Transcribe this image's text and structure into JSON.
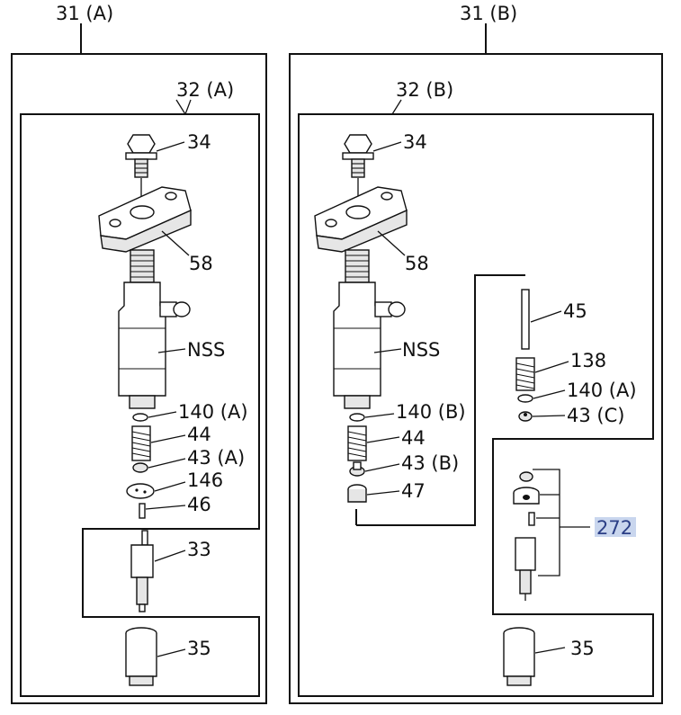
{
  "labels": {
    "assy_a": "31 (A)",
    "assy_b": "31 (B)",
    "sub_a": "32 (A)",
    "sub_b": "32 (B)",
    "bolt_a": "34",
    "bolt_b": "34",
    "clamp_a": "58",
    "clamp_b": "58",
    "holder_a": "NSS",
    "holder_b": "NSS",
    "washer_a": "140 (A)",
    "washer_b": "140 (B)",
    "spring_a": "44",
    "spring_b": "44",
    "seat_a": "43 (A)",
    "seat_b": "43 (B)",
    "spacer_a": "146",
    "pin_a": "46",
    "nozzle_a": "33",
    "nut_a": "35",
    "nut_b": "35",
    "cap_b": "47",
    "rod_b": "45",
    "spring_138": "138",
    "washer_b2": "140 (A)",
    "seat_c": "43 (C)",
    "kit_272": "272"
  },
  "colors": {
    "line": "#111111",
    "highlight": "#c9d6ee",
    "highlight_text": "#2b3f86"
  }
}
